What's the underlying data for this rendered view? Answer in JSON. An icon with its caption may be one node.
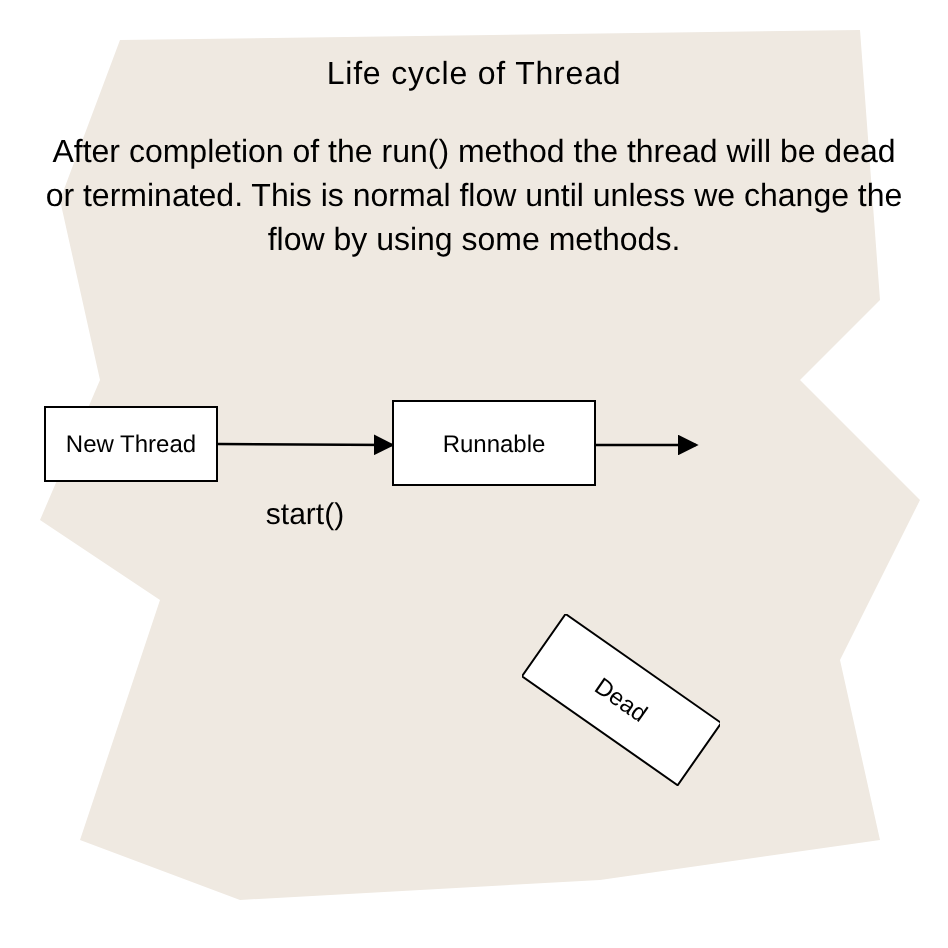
{
  "diagram": {
    "title": "Life cycle of Thread",
    "caption": "After completion of the run() method the thread will be dead or terminated. This is normal flow until unless we change the flow by using some methods.",
    "nodes": [
      {
        "text": [
          "New Thread"
        ]
      },
      {
        "text": [
          "Runnable"
        ]
      },
      {
        "text": [
          "Dead"
        ]
      }
    ],
    "edges": [
      {
        "from": 0,
        "to": 1,
        "arrow": "to",
        "label": "start()"
      },
      {
        "from": 1,
        "to": null,
        "arrow": "to"
      }
    ]
  }
}
